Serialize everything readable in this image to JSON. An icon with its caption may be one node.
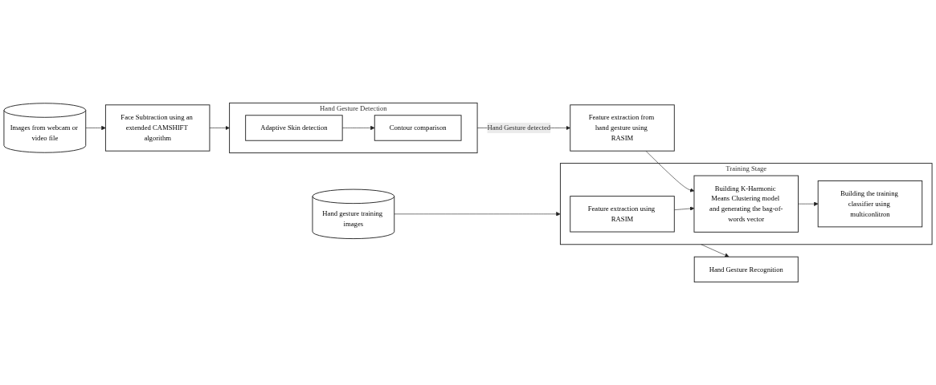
{
  "diagram": {
    "nodes": [
      {
        "text": [
          "Images from webcam or video file"
        ]
      },
      {
        "text": [
          "Face Subtraction using an extended CAMSHIFT algorithm"
        ]
      },
      {
        "text": [
          "Hand Gesture Detection"
        ]
      },
      {
        "text": [
          "Adaptive Skin detection"
        ],
        "in": 2
      },
      {
        "text": [
          "Contour comparison"
        ],
        "in": 2
      },
      {
        "text": [
          "Feature extraction from hand gesture using RASIM"
        ]
      },
      {
        "text": [
          "Hand gesture training images"
        ]
      },
      {
        "text": [
          "Training Stage"
        ]
      },
      {
        "text": [
          "Feature extraction using RASIM"
        ],
        "in": 7
      },
      {
        "text": [
          "Building K-Harmonic Means Clustering model and generating the bag-of-words vector"
        ],
        "in": 7
      },
      {
        "text": [
          "Building the training classifier using multiconlitron"
        ],
        "in": 7
      },
      {
        "text": [
          "Hand Gesture Recognition"
        ]
      }
    ],
    "edges": [
      {
        "from": 0,
        "to": 1,
        "arrow": "to"
      },
      {
        "from": 1,
        "to": 2,
        "arrow": "to"
      },
      {
        "from": 3,
        "to": 4,
        "arrow": "to"
      },
      {
        "from": 2,
        "to": 5,
        "arrow": "to",
        "label": "Hand Gesture detected"
      },
      {
        "from": 5,
        "to": 9,
        "arrow": "to"
      },
      {
        "from": 6,
        "to": 7,
        "arrow": "to"
      },
      {
        "from": 8,
        "to": 9,
        "arrow": "to"
      },
      {
        "from": 9,
        "to": 10,
        "arrow": "to"
      },
      {
        "from": 7,
        "to": 11,
        "arrow": "to"
      }
    ]
  }
}
